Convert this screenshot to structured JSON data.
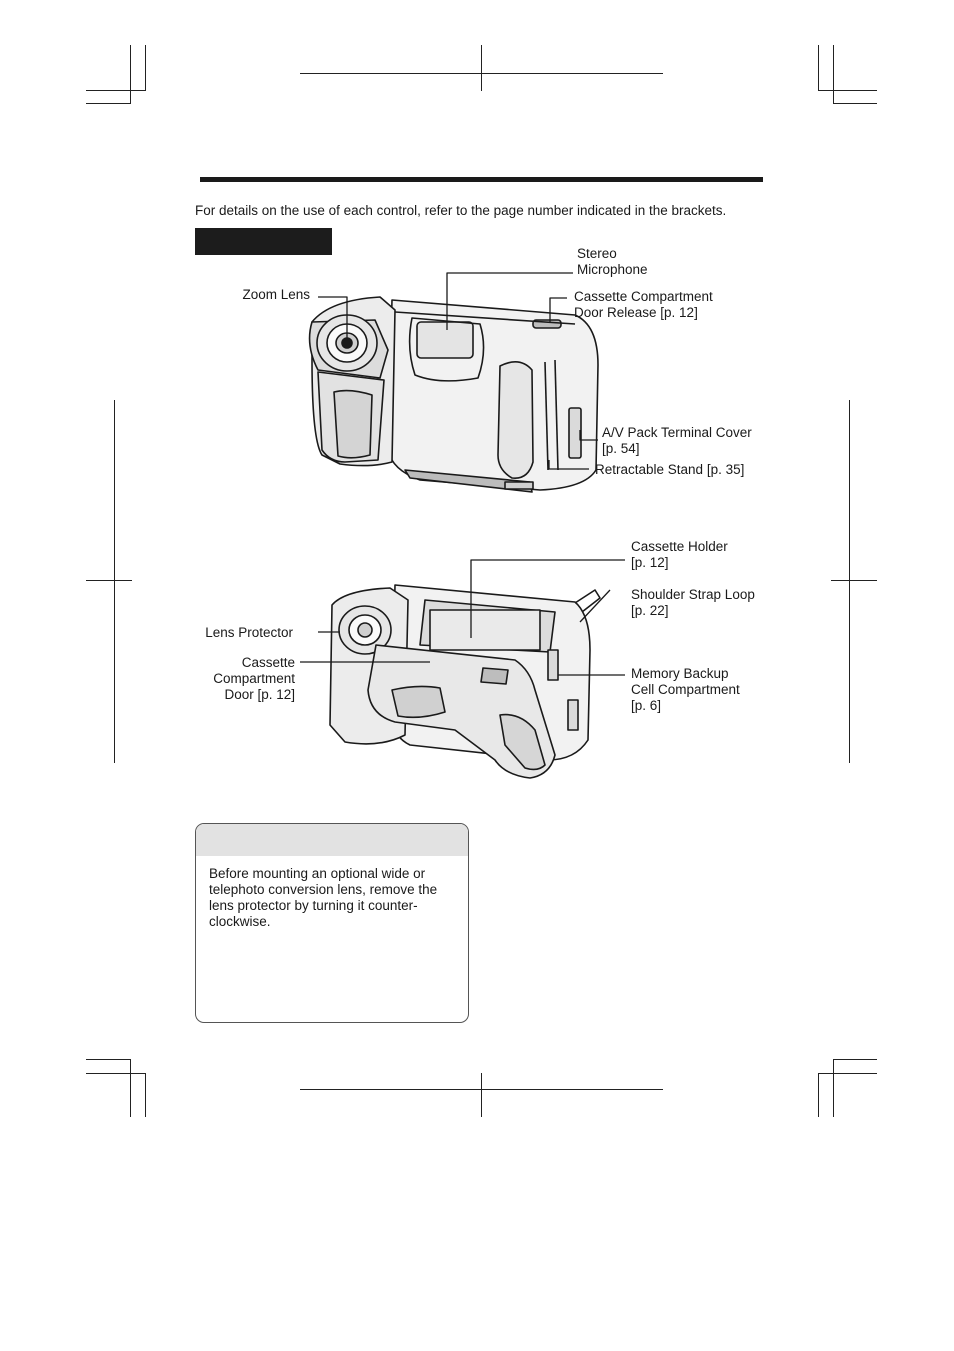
{
  "intro_text": "For details on the use of each control, refer to the page number indicated in the brackets.",
  "labels": {
    "stereo_microphone": "Stereo\nMicrophone",
    "zoom_lens": "Zoom Lens",
    "cassette_door_release": "Cassette Compartment\nDoor Release [p. 12]",
    "av_pack_cover": "A/V Pack Terminal Cover\n[p. 54]",
    "retractable_stand": "Retractable Stand [p. 35]",
    "cassette_holder": "Cassette Holder\n[p. 12]",
    "shoulder_strap_loop": "Shoulder Strap Loop\n[p. 22]",
    "lens_protector": "Lens Protector",
    "cassette_compartment_door": "Cassette\nCompartment\nDoor [p. 12]",
    "memory_backup": "Memory Backup\nCell Compartment\n[p. 6]"
  },
  "note": {
    "text": "Before mounting an optional wide or telephoto conversion lens, remove the lens protector by turning it counter-clockwise."
  }
}
